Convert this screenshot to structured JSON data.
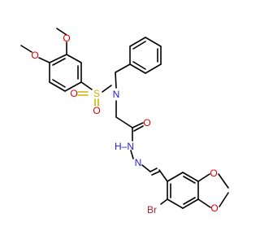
{
  "molecule": {
    "atoms": {
      "o_methoxy_top": "O",
      "o_methoxy_left": "O",
      "methyl_top": "",
      "methyl_left": "",
      "sulfur": "S",
      "o_sulfonyl_left": "O",
      "o_sulfonyl_bottom": "O",
      "n_amide": "N",
      "o_carbonyl": "O",
      "n_hydrazide": "H–N",
      "n_imine": "N",
      "o_dioxole_top": "O",
      "o_dioxole_bottom": "O",
      "bromine": "Br"
    }
  },
  "colors": {
    "carbon": "#000000",
    "oxygen": "#e00000",
    "nitrogen": "#2020d8",
    "sulfur": "#c8b400",
    "bromine": "#a0282a"
  }
}
